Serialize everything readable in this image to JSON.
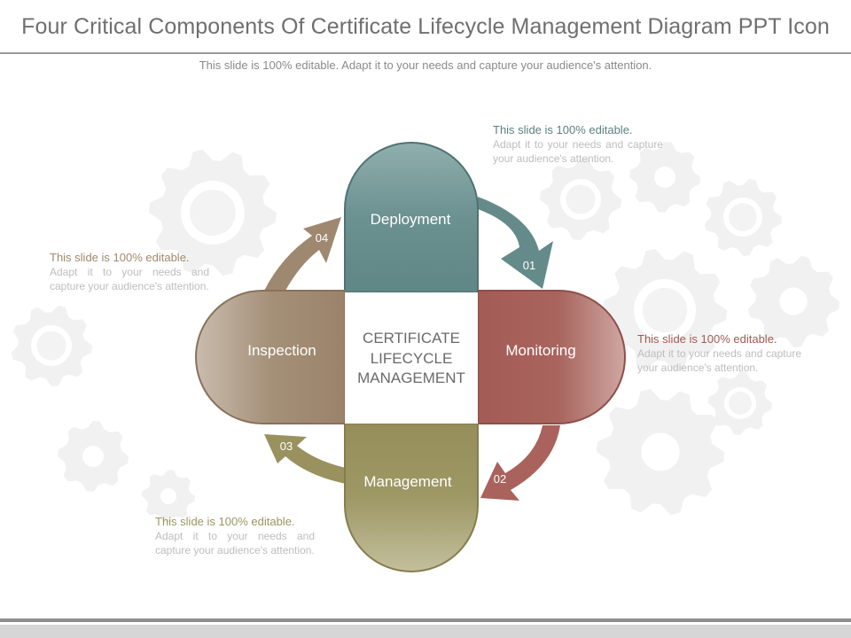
{
  "title": "Four Critical Components Of Certificate Lifecycle Management Diagram PPT Icon",
  "subtitle": "This slide is 100% editable. Adapt it to your needs and capture your audience's attention.",
  "center": {
    "line1": "CERTIFICATE",
    "line2": "LIFECYCLE",
    "line3": "MANAGEMENT"
  },
  "components": {
    "deployment": {
      "label": "Deployment",
      "number": "01",
      "color": "#648b8a"
    },
    "monitoring": {
      "label": "Monitoring",
      "number": "02",
      "color": "#a9625c"
    },
    "management": {
      "label": "Management",
      "number": "03",
      "color": "#99925f"
    },
    "inspection": {
      "label": "Inspection",
      "number": "04",
      "color": "#9f8870"
    }
  },
  "callouts": {
    "deployment": {
      "heading": "This slide is 100% editable.",
      "body": "Adapt it to your needs and capture your audience's attention."
    },
    "inspection": {
      "heading": "This slide is 100% editable.",
      "body": "Adapt it to your needs and capture your audience's attention."
    },
    "monitoring": {
      "heading": "This slide is 100% editable.",
      "body": "Adapt it to your needs and capture your audience's attention."
    },
    "management": {
      "heading": "This slide is 100% editable.",
      "body": "Adapt it to your needs and capture your audience's attention."
    }
  },
  "background_icon": "gear-icon"
}
